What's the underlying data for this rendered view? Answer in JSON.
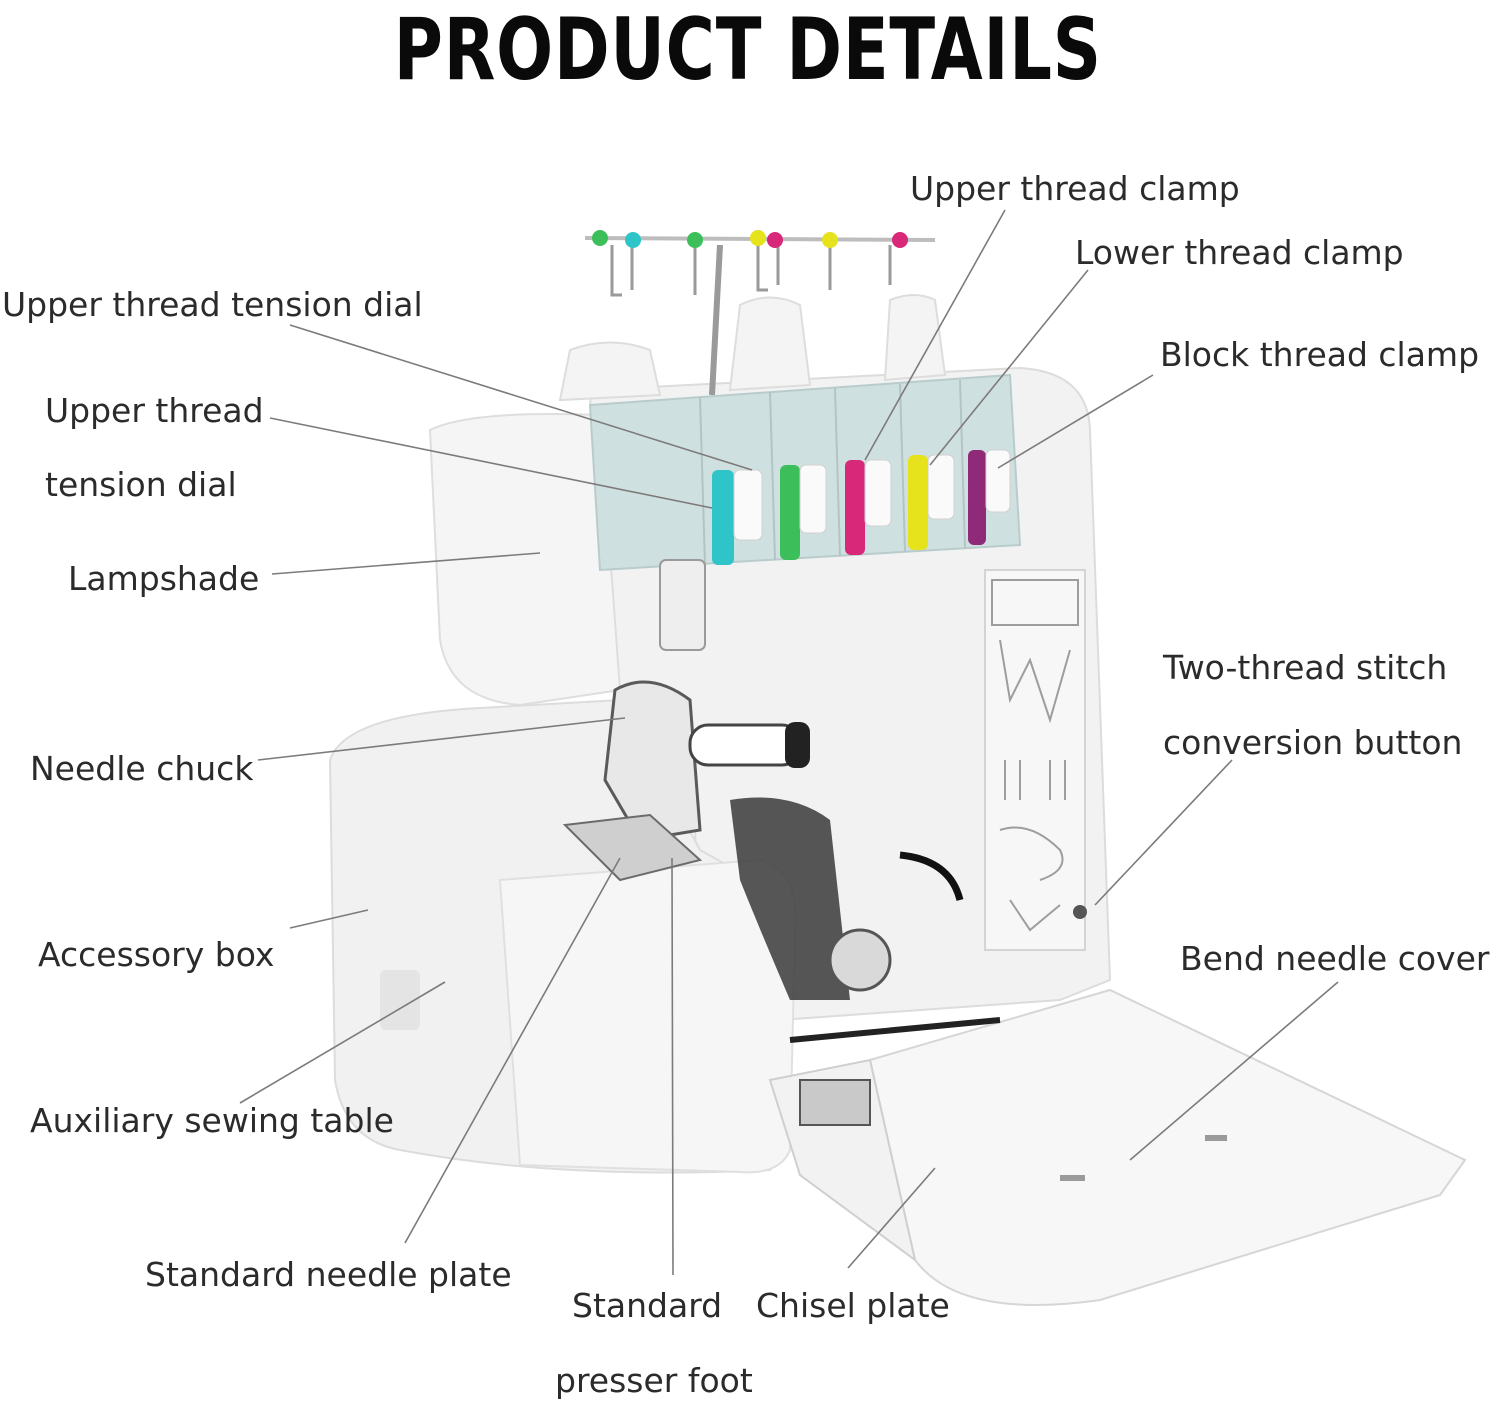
{
  "title": "PRODUCT DETAILS",
  "labels": {
    "upper_thread_clamp": "Upper thread clamp",
    "lower_thread_clamp": "Lower thread clamp",
    "block_thread_clamp": "Block thread clamp",
    "upper_thread_tension_dial_1": "Upper thread tension dial",
    "upper_thread_tension_dial_2_line1": "Upper thread",
    "upper_thread_tension_dial_2_line2": "tension dial",
    "lampshade": "Lampshade",
    "needle_chuck": "Needle chuck",
    "two_thread_line1": "Two-thread stitch",
    "two_thread_line2": "conversion button",
    "accessory_box": "Accessory box",
    "bend_needle_cover": "Bend needle cover",
    "auxiliary_sewing_table": "Auxiliary sewing table",
    "standard_needle_plate": "Standard needle plate",
    "standard_presser_foot_line1": "Standard",
    "standard_presser_foot_line2": "presser foot",
    "chisel_plate": "Chisel plate"
  },
  "colors": {
    "background": "#ffffff",
    "machine_body": "#f3f3f3",
    "panel": "#cfe0e0",
    "thread_teal": "#2ec4c8",
    "thread_green": "#3cbf5a",
    "thread_pink": "#d8287a",
    "thread_yellow": "#e6e21c",
    "thread_purple": "#8e2a78",
    "leader_line": "#7f7a7a"
  }
}
